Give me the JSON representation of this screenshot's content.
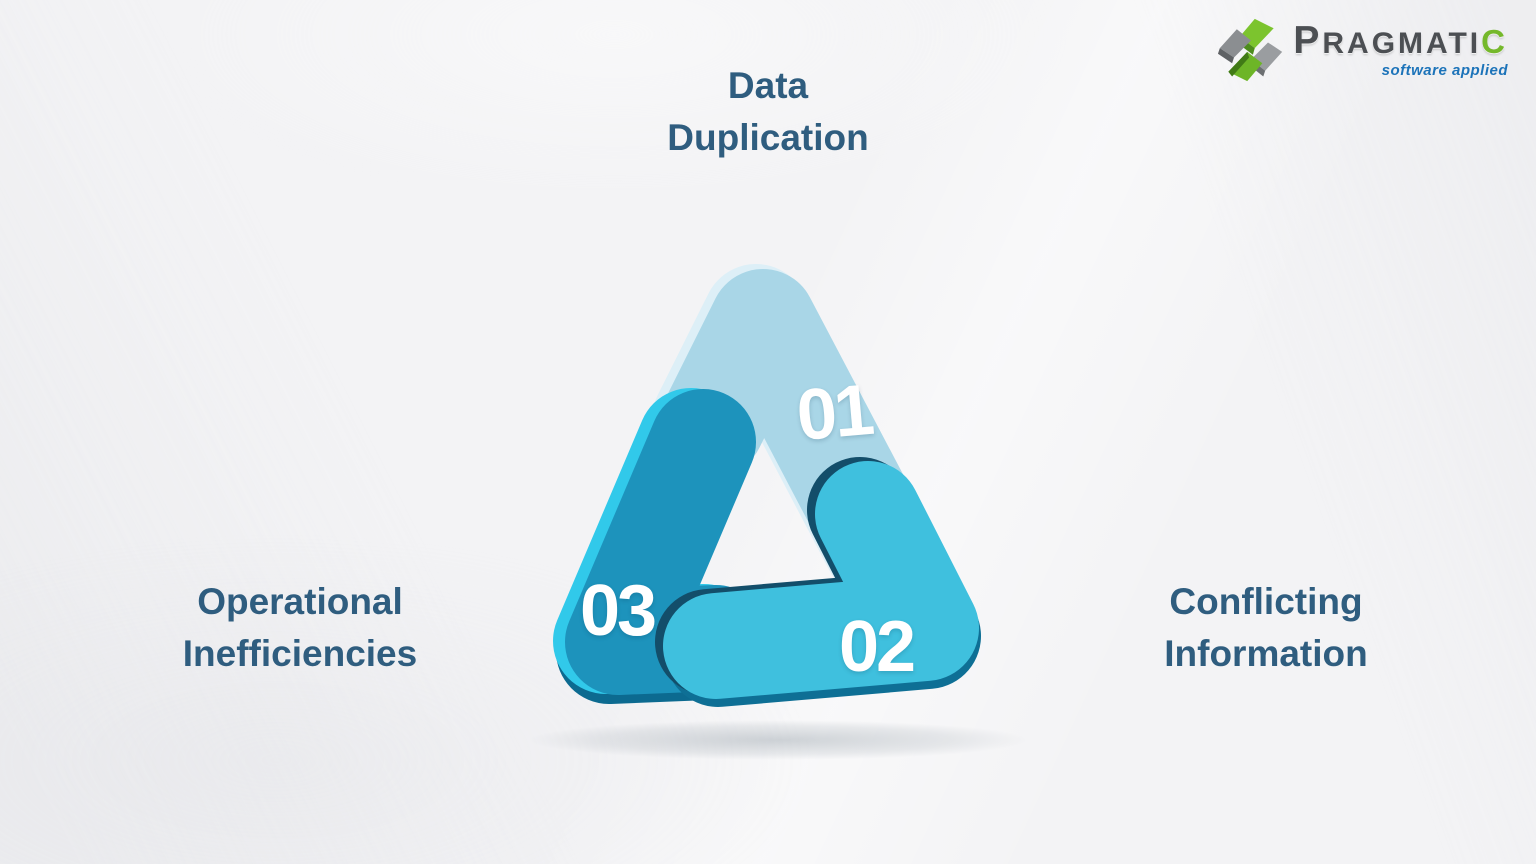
{
  "theme": {
    "page-bg": "#f3f3f5",
    "heading-color": "#2f5d7f",
    "number-color": "#ffffff",
    "logo-gray": "#4c4f53",
    "logo-green": "#75b82b",
    "tagline-blue": "#1c73b9"
  },
  "logo": {
    "initial": "P",
    "rest": "RAGMATI",
    "last": "C",
    "tagline": "software applied"
  },
  "diagram": {
    "type": "cycle-triangle",
    "items": [
      {
        "number": "01",
        "label_line1": "Data",
        "label_line2": "Duplication",
        "color": "#a9d6e7",
        "position": "top"
      },
      {
        "number": "02",
        "label_line1": "Conflicting",
        "label_line2": "Information",
        "color": "#3fc0de",
        "position": "bottom-right"
      },
      {
        "number": "03",
        "label_line1": "Operational",
        "label_line2": "Inefficiencies",
        "color": "#1d93bc",
        "position": "bottom-left"
      }
    ]
  }
}
